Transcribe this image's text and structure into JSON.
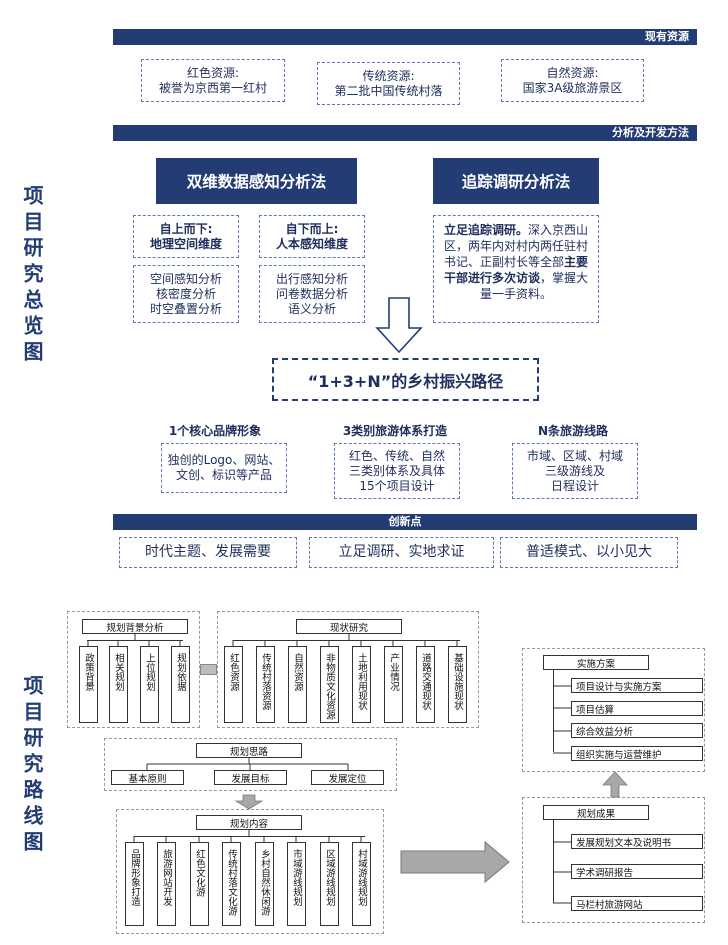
{
  "overview": {
    "side_title": "项目研究总览图",
    "bars": {
      "resources": "现有资源",
      "methods": "分析及开发方法",
      "innovation": "创新点"
    },
    "resources": [
      {
        "line1": "红色资源:",
        "line2": "被誉为京西第一红村"
      },
      {
        "line1": "传统资源:",
        "line2": "第二批中国传统村落"
      },
      {
        "line1": "自然资源:",
        "line2": "国家3A级旅游景区"
      }
    ],
    "method_left": {
      "title": "双维数据感知分析法",
      "top_a": {
        "line1": "自上而下:",
        "line2": "地理空间维度"
      },
      "top_b": {
        "line1": "自下而上:",
        "line2": "人本感知维度"
      },
      "bottom_a": [
        "空间感知分析",
        "核密度分析",
        "时空叠置分析"
      ],
      "bottom_b": [
        "出行感知分析",
        "问卷数据分析",
        "语义分析"
      ]
    },
    "method_right": {
      "title": "追踪调研分析法",
      "text_bold1": "立足追踪调研。",
      "text_1": "深入京西山区，两年内对村内两任驻村书记、正副村长等全部",
      "text_bold2": "主要干部进行多次访谈",
      "text_2": "，掌握大量一手资料。"
    },
    "path_title": "“1+3+N”的乡村振兴路径",
    "pillars": [
      {
        "heading": "1个核心品牌形象",
        "lines": [
          "独创的Logo、网站、",
          "文创、标识等产品"
        ]
      },
      {
        "heading": "3类别旅游体系打造",
        "lines": [
          "红色、传统、自然",
          "三类别体系及具体",
          "15个项目设计"
        ]
      },
      {
        "heading": "N条旅游线路",
        "lines": [
          "市域、区域、村域",
          "三级游线及",
          "日程设计"
        ]
      }
    ],
    "innovations": [
      "时代主题、发展需要",
      "立足调研、实地求证",
      "普适模式、以小见大"
    ]
  },
  "roadmap": {
    "side_title": "项目研究路线图",
    "background": {
      "title": "规划背景分析",
      "items": [
        "政策背景",
        "相关规划",
        "上位规划",
        "规划依据"
      ]
    },
    "status": {
      "title": "现状研究",
      "items": [
        "红色资源",
        "传统村落资源",
        "自然资源",
        "非物质文化资源",
        "土地利用现状",
        "产业情况",
        "道路交通现状",
        "基础设施现状"
      ]
    },
    "thinking": {
      "title": "规划思路",
      "items": [
        "基本原则",
        "发展目标",
        "发展定位"
      ]
    },
    "content": {
      "title": "规划内容",
      "items": [
        "品牌形象打造",
        "旅游网站开发",
        "红色文化游",
        "传统村落文化游",
        "乡村自然休闲游",
        "市域游线规划",
        "区域游线规划",
        "村域游线规划"
      ]
    },
    "implementation": {
      "title": "实施方案",
      "items": [
        "项目设计与实施方案",
        "项目估算",
        "综合效益分析",
        "组织实施与运营维护"
      ]
    },
    "results": {
      "title": "规划成果",
      "items": [
        "发展规划文本及说明书",
        "学术调研报告",
        "马栏村旅游网站"
      ]
    }
  }
}
